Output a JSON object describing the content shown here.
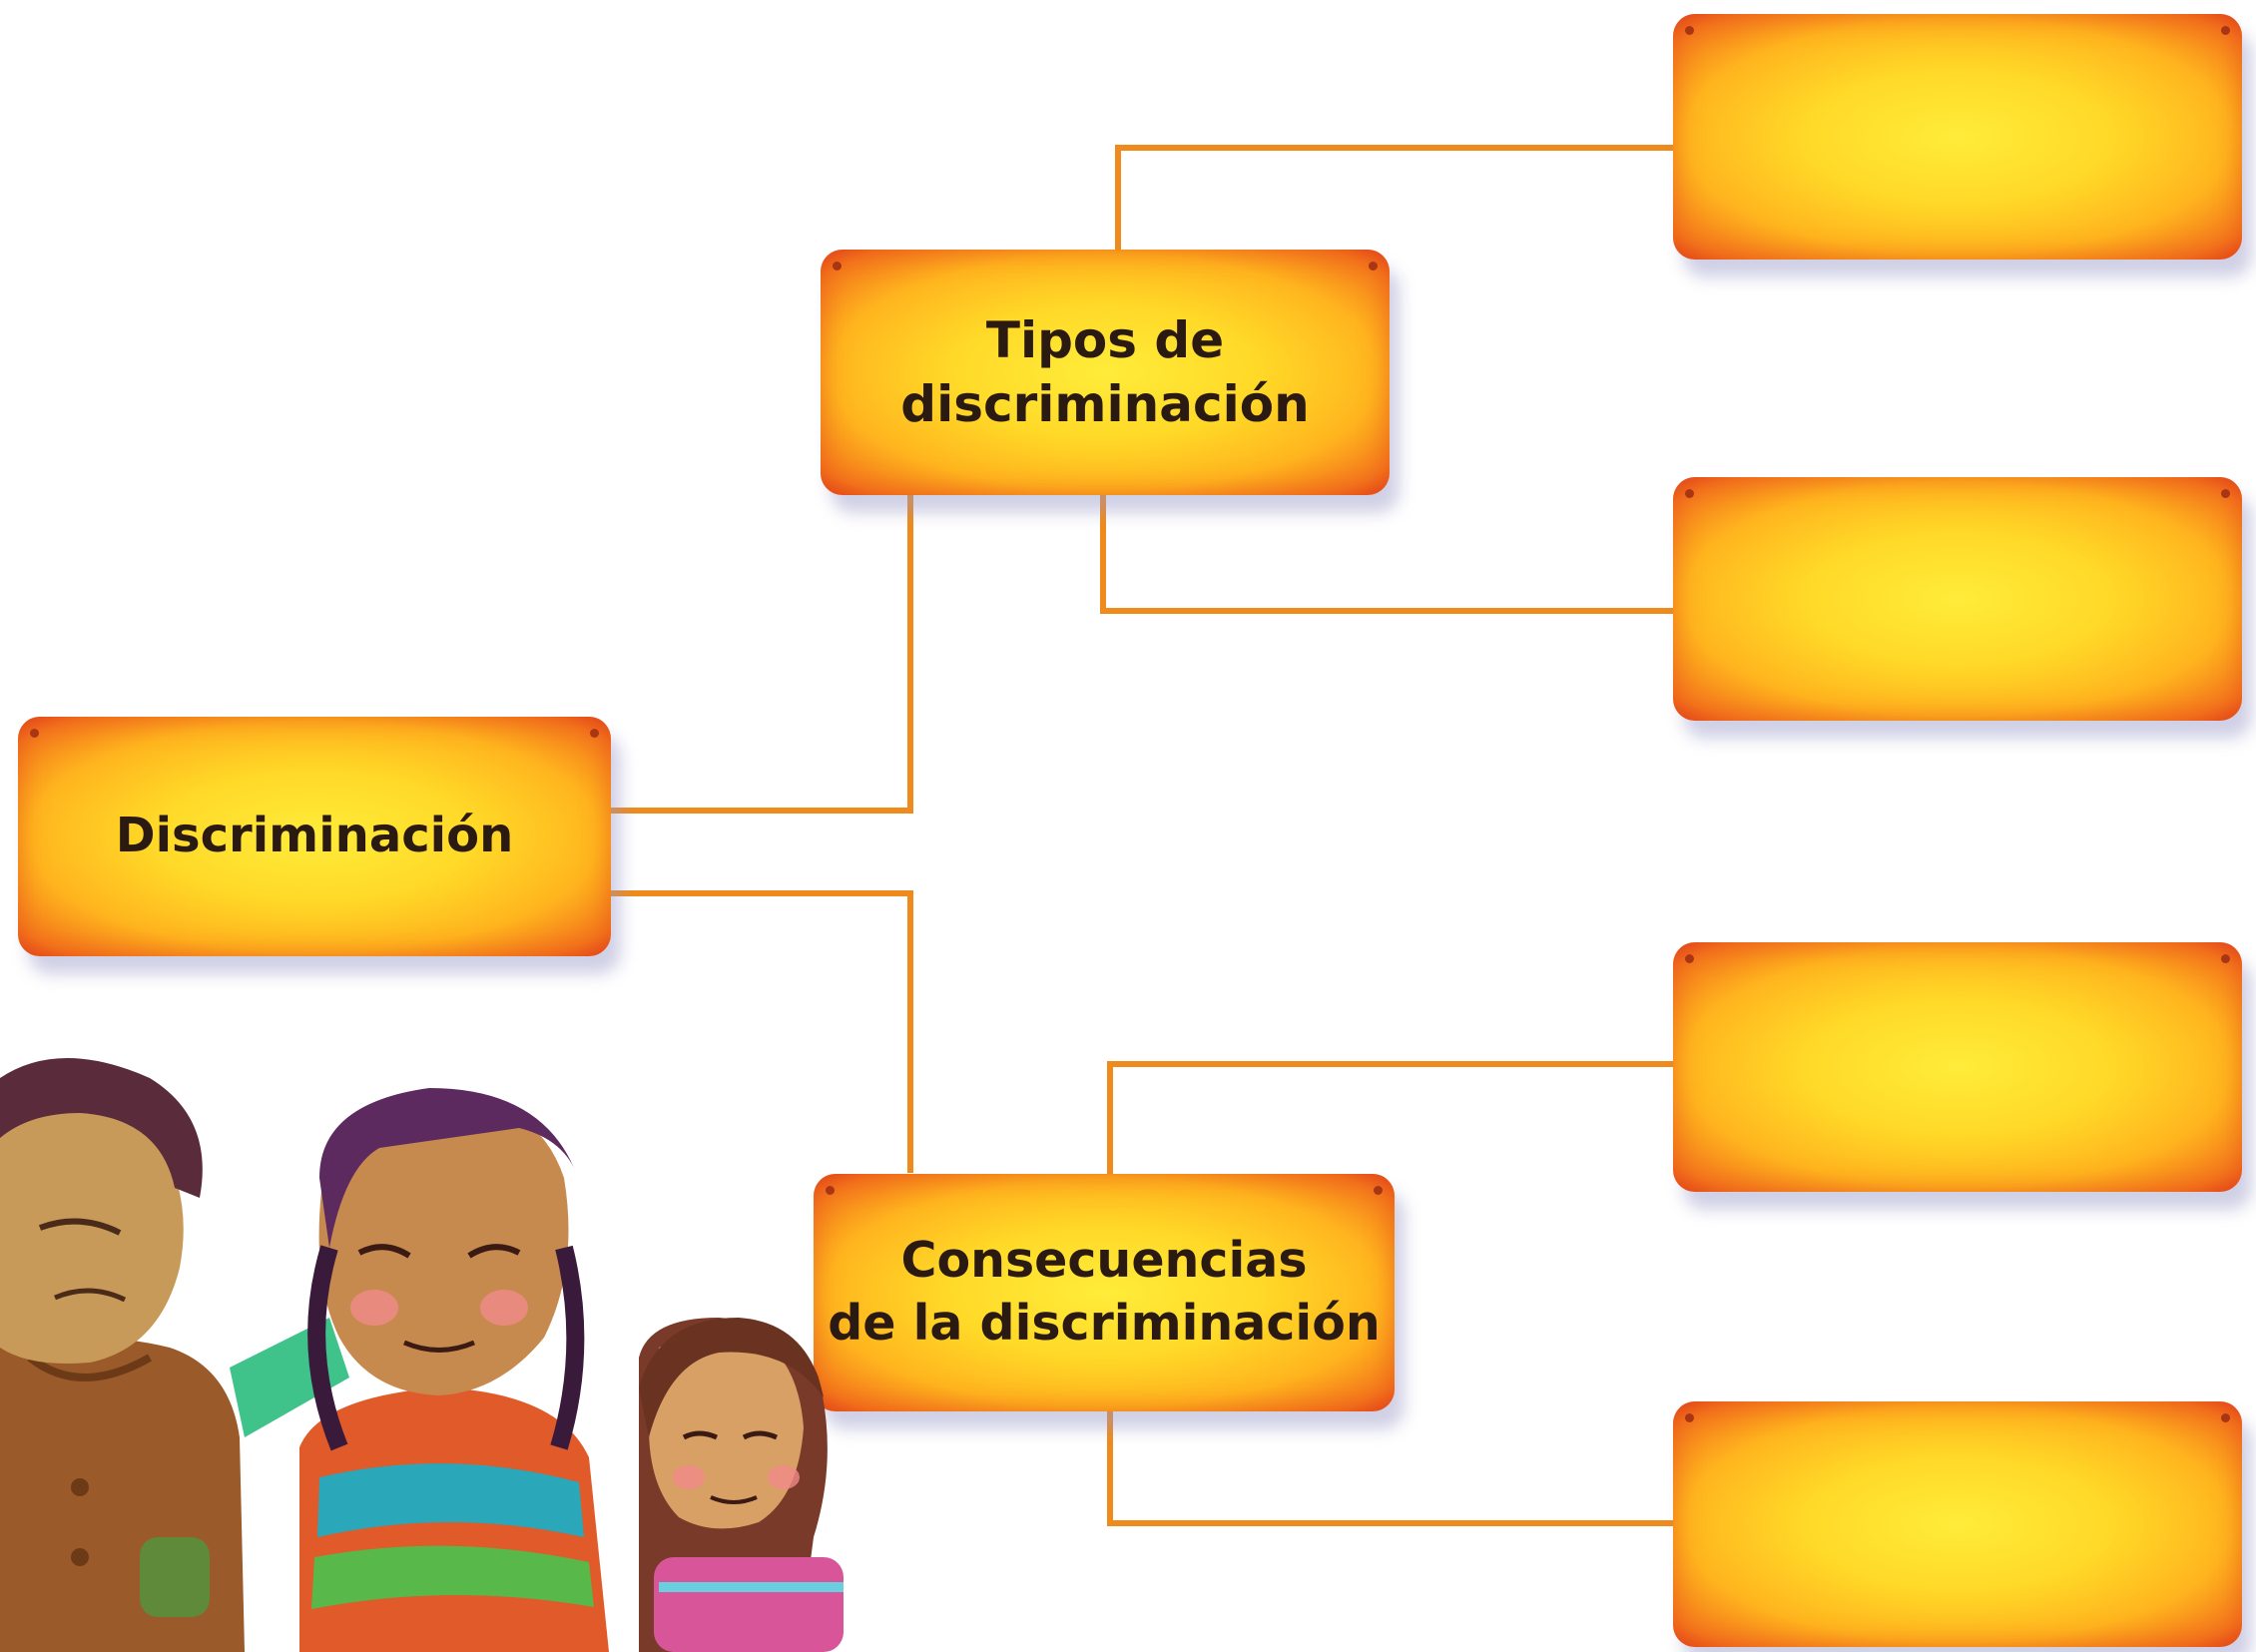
{
  "diagram": {
    "root": {
      "label": "Discriminación"
    },
    "branches": [
      {
        "label": "Tipos de\ndiscriminación",
        "answers": [
          "",
          ""
        ]
      },
      {
        "label": "Consecuencias\nde la discriminación",
        "answers": [
          "",
          ""
        ]
      }
    ]
  },
  "colors": {
    "connector": "#ef8a1c",
    "box_center": "#ffec3a",
    "box_edge": "#e2461a",
    "text": "#2a1a12"
  }
}
